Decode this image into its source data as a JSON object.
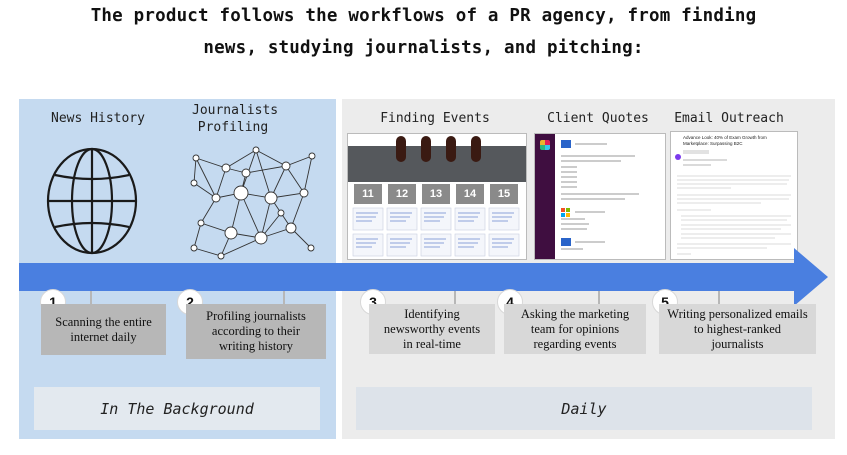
{
  "heading": {
    "line1": "The product follows the workflows of a PR agency, from finding",
    "line2": "news, studying journalists, and pitching:"
  },
  "steps": [
    {
      "title": "News History",
      "number": "1",
      "caption": "Scanning the entire internet daily"
    },
    {
      "title": "Journalists Profiling",
      "number": "2",
      "caption": "Profiling journalists according to their writing history"
    },
    {
      "title": "Finding Events",
      "number": "3",
      "caption": "Identifying newsworthy events in real-time"
    },
    {
      "title": "Client Quotes",
      "number": "4",
      "caption": "Asking the marketing team for opinions regarding events"
    },
    {
      "title": "Email Outreach",
      "number": "5",
      "caption": "Writing personalized emails to highest-ranked journalists"
    }
  ],
  "calendar_days": [
    "11",
    "12",
    "13",
    "14",
    "15"
  ],
  "email_mock": {
    "subject": "Advance Look: 40% of Exam Growth from Marketplace: Surpassing B2C"
  },
  "footers": {
    "left": "In The Background",
    "right": "Daily"
  },
  "colors": {
    "left_panel": "#c5daf0",
    "right_panel": "#ececec",
    "arrow": "#4a7fe0",
    "caption_box": "#b7b7b7",
    "calendar_header": "#55585c",
    "chat_sidebar": "#3f0e40"
  }
}
